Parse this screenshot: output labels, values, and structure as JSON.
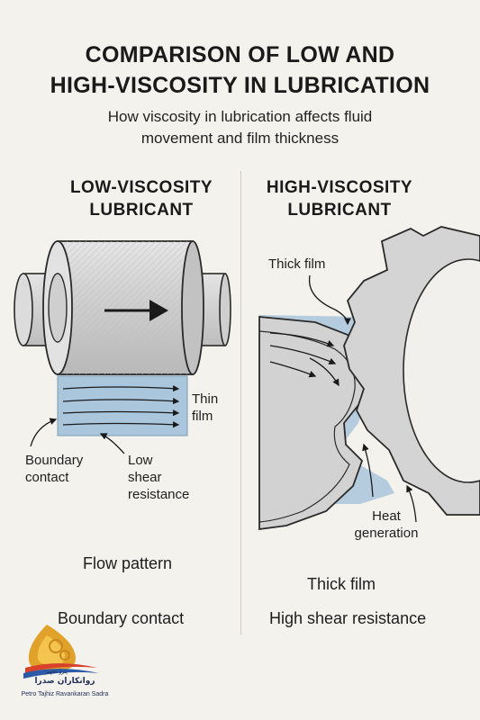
{
  "title_line1": "COMPARISON OF LOW AND",
  "title_line2": "HIGH-VISCOSITY IN LUBRICATION",
  "subtitle_line1": "How viscosity in lubrication affects fluid",
  "subtitle_line2": "movement and film thickness",
  "left": {
    "heading_line1": "LOW-VISCOSITY",
    "heading_line2": "LUBRICANT",
    "thin_film_line1": "Thin",
    "thin_film_line2": "film",
    "boundary_line1": "Boundary",
    "boundary_line2": "contact",
    "low_shear_line1": "Low",
    "low_shear_line2": "shear",
    "low_shear_line3": "resistance",
    "caption1": "Flow pattern",
    "caption2": "Boundary contact"
  },
  "right": {
    "heading_line1": "HIGH-VISCOSITY",
    "heading_line2": "LUBRICANT",
    "thick_film_label": "Thick film",
    "heat_line1": "Heat",
    "heat_line2": "generation",
    "caption1": "Thick film",
    "caption2": "High shear resistance"
  },
  "logo": {
    "name_fa": "روانکاران صدرا",
    "top_fa": "پترو تجهیز",
    "name_en": "Petro Tajhiz Ravankaran Sadra"
  },
  "colors": {
    "lubricant_blue": "#a9c6dc",
    "metal_gray": "#cfcfcf",
    "background": "#f4f2ec"
  }
}
